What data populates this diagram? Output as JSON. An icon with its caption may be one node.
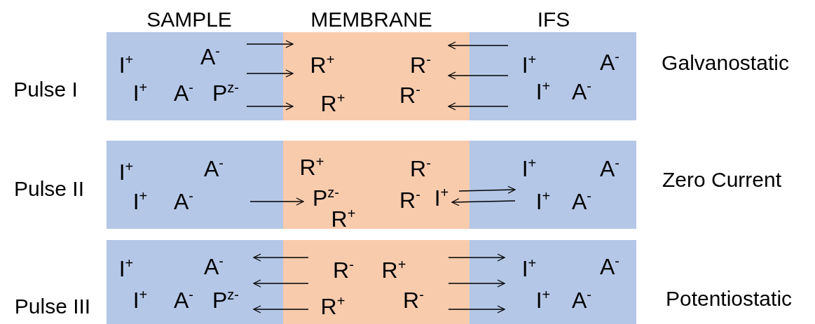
{
  "diagram": {
    "nodes": [
      {
        "text": [
          "I$^{+}$",
          "A$^{-}$",
          "I$^{+}$",
          "A$^{-}$",
          "P$^{z-}$"
        ]
      },
      {
        "text": [
          "R$^{+}$",
          "R$^{-}$",
          "R$^{+}$",
          "R$^{-}$"
        ]
      },
      {
        "text": [
          "I$^{+}$",
          "A$^{-}$",
          "I$^{+}$",
          "A$^{-}$"
        ]
      },
      {
        "text": [
          "I$^{+}$",
          "A$^{-}$",
          "I$^{+}$",
          "A$^{-}$"
        ]
      },
      {
        "text": [
          "R$^{+}$",
          "R$^{-}$",
          "P$^{z-}$",
          "R$^{-}$",
          "I$^{+}$",
          "R$^{+}$"
        ]
      },
      {
        "text": [
          "I$^{+}$",
          "A$^{-}$",
          "I$^{+}$",
          "A$^{-}$"
        ]
      },
      {
        "text": [
          "I$^{+}$",
          "A$^{-}$",
          "I$^{+}$",
          "A$^{-}$",
          "P$^{z-}$"
        ]
      },
      {
        "text": [
          "R$^{-}$",
          "R$^{+}$",
          "R$^{-}$",
          "R$^{+}$"
        ]
      },
      {
        "text": [
          "I$^{+}$",
          "A$^{-}$",
          "I$^{+}$",
          "A$^{-}$"
        ]
      }
    ],
    "edges": [
      {
        "from": 0,
        "to": 1,
        "arrow": "to"
      },
      {
        "from": 0,
        "to": 1,
        "arrow": "to"
      },
      {
        "from": 0,
        "to": 1,
        "arrow": "to"
      },
      {
        "from": 2,
        "to": 1,
        "arrow": "to"
      },
      {
        "from": 2,
        "to": 1,
        "arrow": "to"
      },
      {
        "from": 2,
        "to": 1,
        "arrow": "to"
      },
      {
        "from": 3,
        "to": 4,
        "arrow": "to"
      },
      {
        "from": 4,
        "to": 5,
        "arrow": "to"
      },
      {
        "from": 5,
        "to": 4,
        "arrow": "to"
      },
      {
        "from": 7,
        "to": 6,
        "arrow": "to"
      },
      {
        "from": 7,
        "to": 6,
        "arrow": "to"
      },
      {
        "from": 7,
        "to": 6,
        "arrow": "to"
      },
      {
        "from": 7,
        "to": 8,
        "arrow": "to"
      },
      {
        "from": 7,
        "to": 8,
        "arrow": "to"
      },
      {
        "from": 7,
        "to": 8,
        "arrow": "to"
      }
    ],
    "labels": [
      "SAMPLE",
      "MEMBRANE",
      "IFS",
      "Pulse I",
      "Galvanostatic",
      "Pulse II",
      "Zero Current",
      "Pulse III",
      "Potentiostatic"
    ]
  }
}
